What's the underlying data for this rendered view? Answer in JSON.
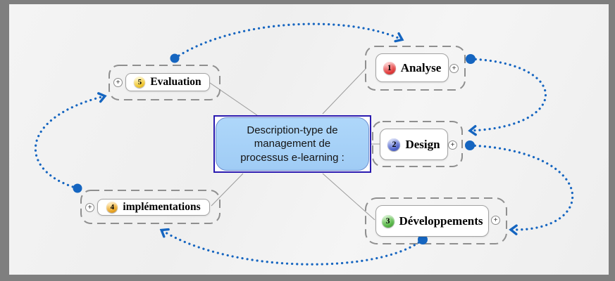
{
  "diagram": {
    "central_topic": {
      "line1": "Description-type de",
      "line2": "management de",
      "line3": "processus e-learning :",
      "fill_color": "#a6d2f7",
      "border_color": "#2a1ab0"
    },
    "expand_glyph": "+",
    "topics": [
      {
        "number": "1",
        "label": "Analyse",
        "badge_color": "#d63333"
      },
      {
        "number": "2",
        "label": "Design",
        "badge_color": "#4a5bc4"
      },
      {
        "number": "3",
        "label": "Développements",
        "badge_color": "#4caf3e"
      },
      {
        "number": "4",
        "label": "implémentations",
        "badge_color": "#e3a11d"
      },
      {
        "number": "5",
        "label": "Evaluation",
        "badge_color": "#eec62a"
      }
    ],
    "relationship_color": "#1565c0",
    "boundary_color": "#8f8f8f",
    "connector_color": "#9a9a9a",
    "canvas_color": "#f2f2f2",
    "frame_color": "#7f7f7f"
  }
}
